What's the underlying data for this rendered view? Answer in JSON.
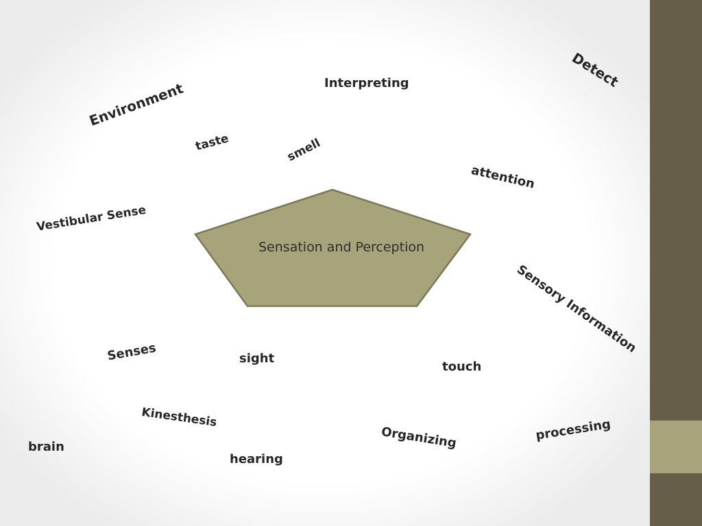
{
  "slide": {
    "colors": {
      "sidebar": "#665e48",
      "sidebar_accent": "#a7a37b",
      "shape_fill": "#a7a37b",
      "shape_stroke": "#7c7856"
    },
    "center_shape": {
      "shape": "pentagon",
      "label": "Sensation and Perception"
    },
    "words": [
      "Environment",
      "Interpreting",
      "Detect",
      "taste",
      "smell",
      "attention",
      "Vestibular Sense",
      "Sensory Information",
      "Senses",
      "sight",
      "touch",
      "Kinesthesis",
      "Organizing",
      "processing",
      "brain",
      "hearing"
    ]
  }
}
